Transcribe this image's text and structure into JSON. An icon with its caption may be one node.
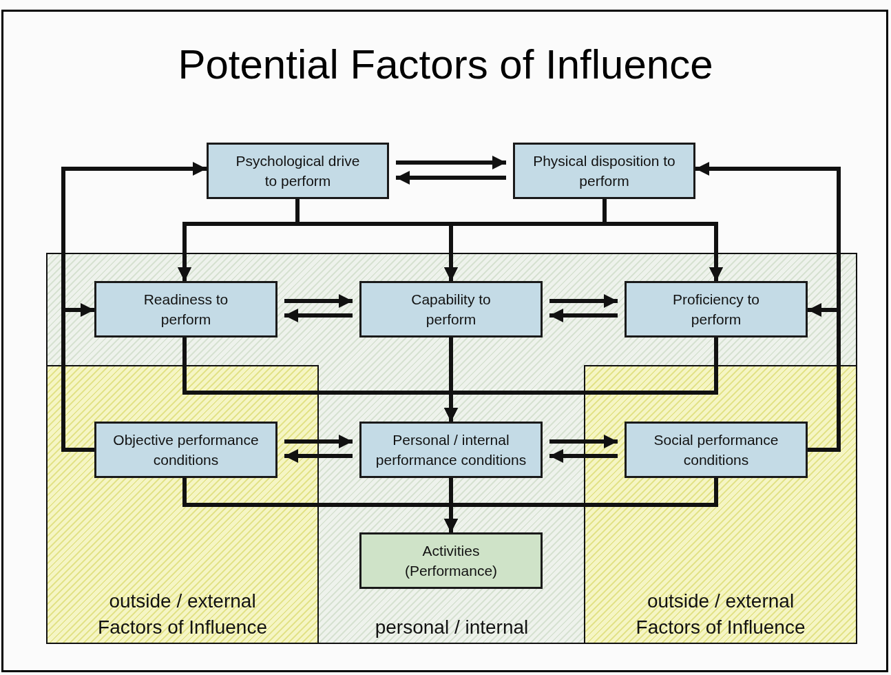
{
  "diagram": {
    "title": "Potential Factors of Influence",
    "nodes": [
      {
        "text": [
          "Psychological drive to perform"
        ]
      },
      {
        "text": [
          "Physical disposition to perform"
        ]
      },
      {
        "text": [
          "personal / internal"
        ]
      },
      {
        "text": [
          "Readiness to perform"
        ],
        "in": 2
      },
      {
        "text": [
          "Capability to perform"
        ],
        "in": 2
      },
      {
        "text": [
          "Proficiency to perform"
        ],
        "in": 2
      },
      {
        "text": [
          "outside / external Factors of Influence"
        ],
        "in": 2
      },
      {
        "text": [
          "Objective performance conditions"
        ],
        "in": 6
      },
      {
        "text": [
          "Personal / internal performance conditions"
        ],
        "in": 2
      },
      {
        "text": [
          "outside / external Factors of Influence"
        ],
        "in": 2
      },
      {
        "text": [
          "Social performance conditions"
        ],
        "in": 9
      },
      {
        "text": [
          "Activities (Performance)"
        ],
        "in": 2
      }
    ],
    "edges": [
      {
        "from": 0,
        "to": 1,
        "arrow": "to"
      },
      {
        "from": 1,
        "to": 0,
        "arrow": "to"
      },
      {
        "from": 0,
        "to": 3,
        "arrow": "to"
      },
      {
        "from": 0,
        "to": 4,
        "arrow": "to"
      },
      {
        "from": 0,
        "to": 5,
        "arrow": "to"
      },
      {
        "from": 1,
        "to": 3,
        "arrow": "to"
      },
      {
        "from": 1,
        "to": 4,
        "arrow": "to"
      },
      {
        "from": 1,
        "to": 5,
        "arrow": "to"
      },
      {
        "from": 3,
        "to": 4,
        "arrow": "to"
      },
      {
        "from": 4,
        "to": 3,
        "arrow": "to"
      },
      {
        "from": 4,
        "to": 5,
        "arrow": "to"
      },
      {
        "from": 5,
        "to": 4,
        "arrow": "to"
      },
      {
        "from": 3,
        "to": 8,
        "arrow": "to"
      },
      {
        "from": 4,
        "to": 8,
        "arrow": "to"
      },
      {
        "from": 5,
        "to": 8,
        "arrow": "to"
      },
      {
        "from": 7,
        "to": 0,
        "arrow": "to"
      },
      {
        "from": 7,
        "to": 3,
        "arrow": "to"
      },
      {
        "from": 10,
        "to": 1,
        "arrow": "to"
      },
      {
        "from": 10,
        "to": 5,
        "arrow": "to"
      },
      {
        "from": 7,
        "to": 8,
        "arrow": "to"
      },
      {
        "from": 8,
        "to": 7,
        "arrow": "to"
      },
      {
        "from": 8,
        "to": 10,
        "arrow": "to"
      },
      {
        "from": 10,
        "to": 8,
        "arrow": "to"
      },
      {
        "from": 7,
        "to": 11,
        "arrow": "to"
      },
      {
        "from": 8,
        "to": 11,
        "arrow": "to"
      },
      {
        "from": 10,
        "to": 11,
        "arrow": "to"
      }
    ]
  }
}
